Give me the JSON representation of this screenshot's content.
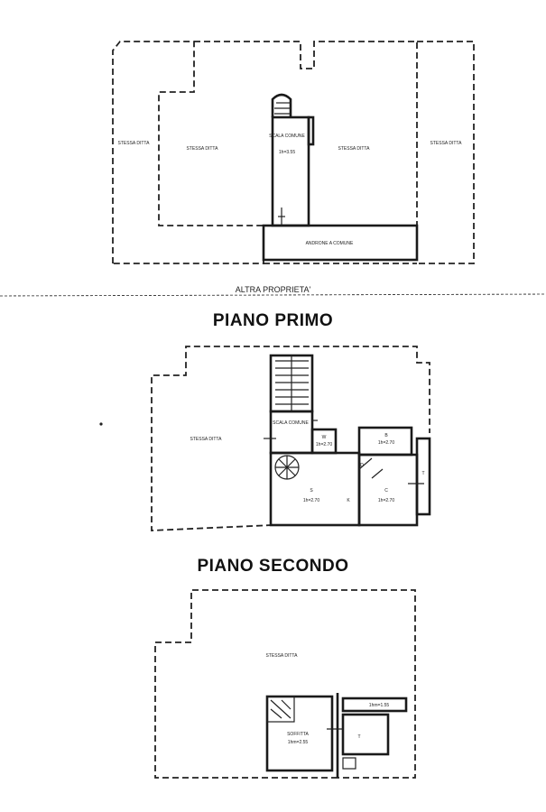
{
  "ground_floor": {
    "label_left": "STESSA DITTA",
    "label_center_left": "STESSA DITTA",
    "label_stair": "SCALA COMUNE",
    "label_stair_sub": "1h=3.55",
    "label_center_right": "STESSA DITTA",
    "label_right": "STESSA DITTA",
    "label_bottom": "ANDRONE A COMUNE",
    "boundary_note": "ALTRA PROPRIETA'"
  },
  "first_floor": {
    "title": "PIANO PRIMO",
    "label_main": "STESSA DITTA",
    "label_stair": "SCALA COMUNE",
    "label_wc": "W",
    "label_wc_sub": "1h=2.70",
    "label_room_b": "B",
    "label_room_b_sub": "1h=2.70",
    "label_room_s": "S",
    "label_room_s_sub": "1h=2.70",
    "label_k": "K",
    "label_room_c": "C",
    "label_room_c_sub": "1h=2.70",
    "label_t": "T",
    "label_d": "D"
  },
  "second_floor": {
    "title": "PIANO SECONDO",
    "label_main": "STESSA DITTA",
    "label_soffitta": "SOFFITTA",
    "label_soffitta_sub": "1hm=2.55",
    "label_top_right": "1hm=1.55",
    "label_t": "T"
  }
}
